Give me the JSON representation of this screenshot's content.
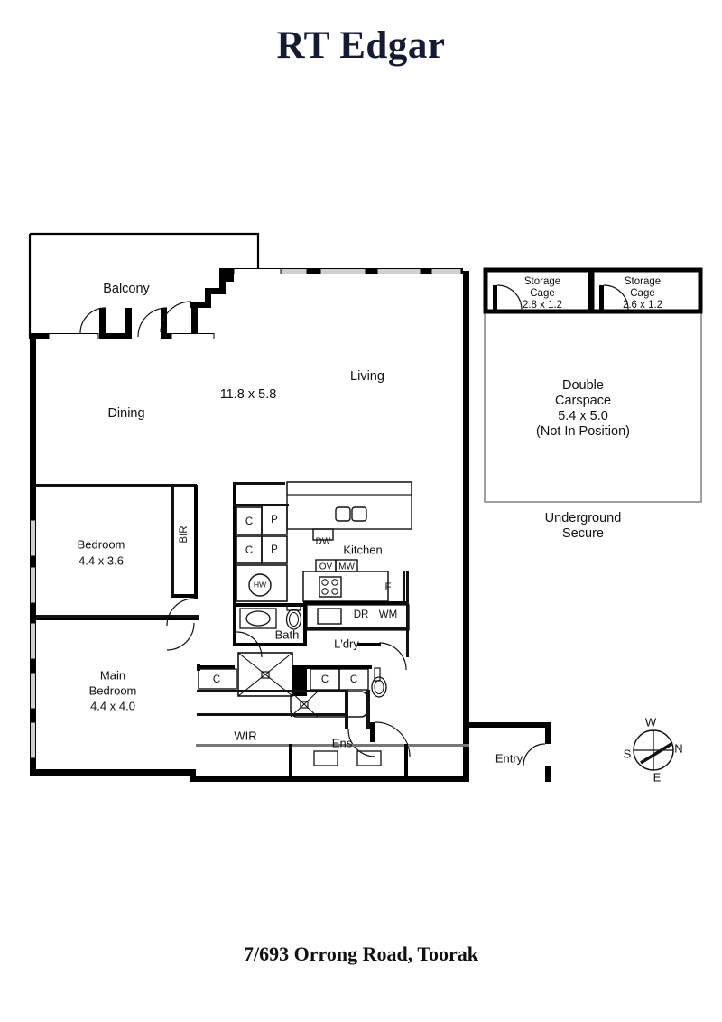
{
  "brand": {
    "title": "RT Edgar"
  },
  "caption": {
    "address": "7/693 Orrong Road, Toorak"
  },
  "rooms": {
    "balcony": {
      "name": "Balcony"
    },
    "living": {
      "name": "Living"
    },
    "dining": {
      "name": "Dining",
      "dimensions": "11.8 x 5.8"
    },
    "bedroom2": {
      "name": "Bedroom",
      "dimensions": "4.4 x 3.6"
    },
    "main_bedroom": {
      "name_line1": "Main",
      "name_line2": "Bedroom",
      "dimensions": "4.4 x 4.0"
    },
    "kitchen": {
      "name": "Kitchen"
    },
    "bath": {
      "name": "Bath"
    },
    "laundry": {
      "name": "L'dry"
    },
    "wir": {
      "name": "WIR"
    },
    "ens": {
      "name": "Ens"
    },
    "entry": {
      "name": "Entry"
    },
    "bir": {
      "name": "BIR"
    }
  },
  "garage": {
    "storage_cage_left": {
      "line1": "Storage",
      "line2": "Cage",
      "dimensions": "2.8 x 1.2"
    },
    "storage_cage_right": {
      "line1": "Storage",
      "line2": "Cage",
      "dimensions": "2.6 x 1.2"
    },
    "carspace": {
      "line1": "Double",
      "line2": "Carspace",
      "dimensions": "5.4 x 5.0",
      "note": "(Not In Position)"
    },
    "footer_line1": "Underground",
    "footer_line2": "Secure"
  },
  "fixtures": {
    "cupboard_1": "C",
    "cupboard_2": "C",
    "pantry_1": "P",
    "pantry_2": "P",
    "hot_water": "HW",
    "dishwasher": "DW",
    "oven": "OV",
    "microwave": "MW",
    "fridge": "F",
    "dryer": "DR",
    "washing_machine": "WM",
    "wir_cupboard": "C",
    "ldry_cupboard_1": "C",
    "ldry_cupboard_2": "C"
  },
  "compass": {
    "north": "N",
    "south": "S",
    "east": "E",
    "west": "W"
  },
  "colors": {
    "brand_navy": "#161a33",
    "wall": "#000000",
    "window_fill": "#cfcfcf",
    "thin_line": "#3a3a3a"
  }
}
